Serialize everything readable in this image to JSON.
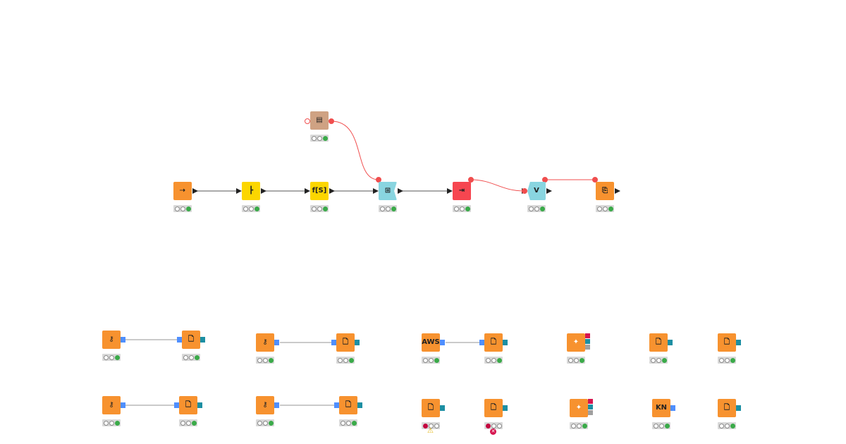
{
  "colors": {
    "source": "#f7922f",
    "manipulator": "#fcd600",
    "loop": "#89d5e0",
    "learner_red": "#f64650",
    "variable_creator": "#cfa283",
    "status_ok": "#3aaa49",
    "status_error": "#c3073f",
    "flow_variable_connection": "#f04e4e",
    "data_connection": "#555555",
    "credential_port": "#4f8fff",
    "file_port": "#1c8fa3"
  },
  "nodes": {
    "n1": {
      "type": "source",
      "icon": "connector-icon",
      "status": "executed"
    },
    "n2": {
      "type": "manipulator",
      "icon": "column-splitter-icon",
      "status": "executed"
    },
    "n3": {
      "type": "manipulator",
      "icon": "string-manipulation-icon",
      "glyph": "f[S]",
      "status": "executed"
    },
    "n4": {
      "type": "loop",
      "icon": "loop-start-icon",
      "status": "executed"
    },
    "n5": {
      "type": "learner_red",
      "icon": "database-writer-icon",
      "status": "executed"
    },
    "n6": {
      "type": "loop",
      "icon": "variable-loop-end-icon",
      "glyph": "V",
      "status": "executed"
    },
    "n7": {
      "type": "source",
      "icon": "file-copy-icon",
      "status": "executed"
    },
    "n8": {
      "type": "variable_creator",
      "icon": "table-to-variable-icon",
      "status": "executed"
    },
    "b1": {
      "type": "source",
      "icon": "key-icon",
      "status": "executed"
    },
    "b2": {
      "type": "source",
      "icon": "file-reader-icon",
      "status": "executed"
    },
    "b3": {
      "type": "source",
      "icon": "key-icon",
      "status": "executed"
    },
    "b4": {
      "type": "source",
      "icon": "file-reader-icon",
      "status": "executed"
    },
    "b5": {
      "type": "source",
      "icon": "aws-lock-icon",
      "glyph": "AWS",
      "status": "executed"
    },
    "b6": {
      "type": "source",
      "icon": "file-reader-icon",
      "status": "executed"
    },
    "b7": {
      "type": "source",
      "icon": "star-add-icon",
      "status": "executed"
    },
    "b8": {
      "type": "source",
      "icon": "file-reader-icon",
      "status": "executed"
    },
    "b9": {
      "type": "source",
      "icon": "file-reader-icon",
      "status": "executed"
    },
    "c1": {
      "type": "source",
      "icon": "key-icon",
      "status": "executed"
    },
    "c2": {
      "type": "source",
      "icon": "file-reader-icon",
      "status": "executed"
    },
    "c3": {
      "type": "source",
      "icon": "key-icon",
      "status": "executed"
    },
    "c4": {
      "type": "source",
      "icon": "file-reader-icon",
      "status": "executed"
    },
    "c5": {
      "type": "source",
      "icon": "file-reader-icon",
      "status": "warning"
    },
    "c6": {
      "type": "source",
      "icon": "file-reader-icon",
      "status": "error"
    },
    "c7": {
      "type": "source",
      "icon": "star-add-icon",
      "status": "executed"
    },
    "c8": {
      "type": "source",
      "icon": "key-icon",
      "glyph": "KN",
      "status": "executed"
    },
    "c9": {
      "type": "source",
      "icon": "file-reader-icon",
      "status": "executed"
    }
  }
}
